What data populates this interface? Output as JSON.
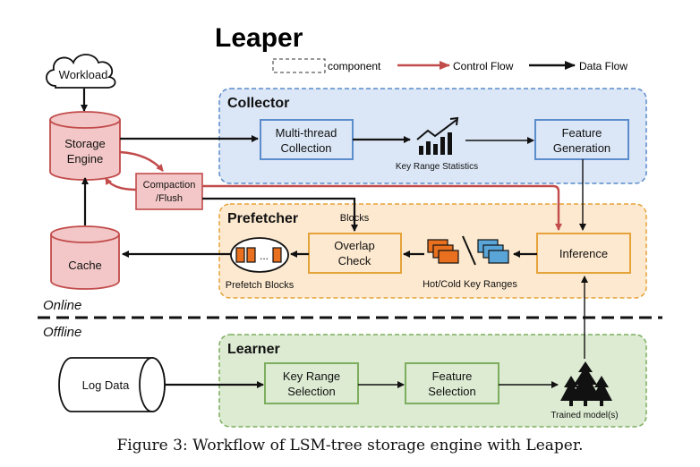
{
  "title": "Leaper",
  "legend": {
    "component": "component",
    "control_flow": "Control Flow",
    "data_flow": "Data Flow"
  },
  "sections": {
    "collector": "Collector",
    "prefetcher": "Prefetcher",
    "learner": "Learner",
    "online": "Online",
    "offline": "Offline"
  },
  "nodes": {
    "workload": "Workload",
    "storage_engine": [
      "Storage",
      "Engine"
    ],
    "compaction": [
      "Compaction",
      "/Flush"
    ],
    "cache": "Cache",
    "multithread_collection": [
      "Multi-thread",
      "Collection"
    ],
    "key_range_statistics": "Key Range Statistics",
    "feature_generation": [
      "Feature",
      "Generation"
    ],
    "blocks": "Blocks",
    "overlap_check": [
      "Overlap",
      "Check"
    ],
    "prefetch_blocks": "Prefetch Blocks",
    "hot_cold_key_ranges": "Hot/Cold Key Ranges",
    "inference": "Inference",
    "log_data": "Log Data",
    "key_range_selection": [
      "Key Range",
      "Selection"
    ],
    "feature_selection": [
      "Feature",
      "Selection"
    ],
    "trained_models": "Trained model(s)",
    "prefetch_ellipsis": "..."
  },
  "caption": "Figure 3: Workflow of LSM-tree storage engine with Leaper.",
  "colors": {
    "collector_fill": "#dbe6f6",
    "collector_border": "#5b8ccc",
    "prefetcher_fill": "#fde9cf",
    "prefetcher_border": "#e5a33a",
    "learner_fill": "#dcebd2",
    "learner_border": "#7dae5f",
    "red_fill": "#f3c7c7",
    "red_border": "#c24b4b",
    "control_flow": "#c24b4b",
    "data_flow": "#111111",
    "orange_block": "#e8701f",
    "blue_block": "#5aa5d8"
  }
}
